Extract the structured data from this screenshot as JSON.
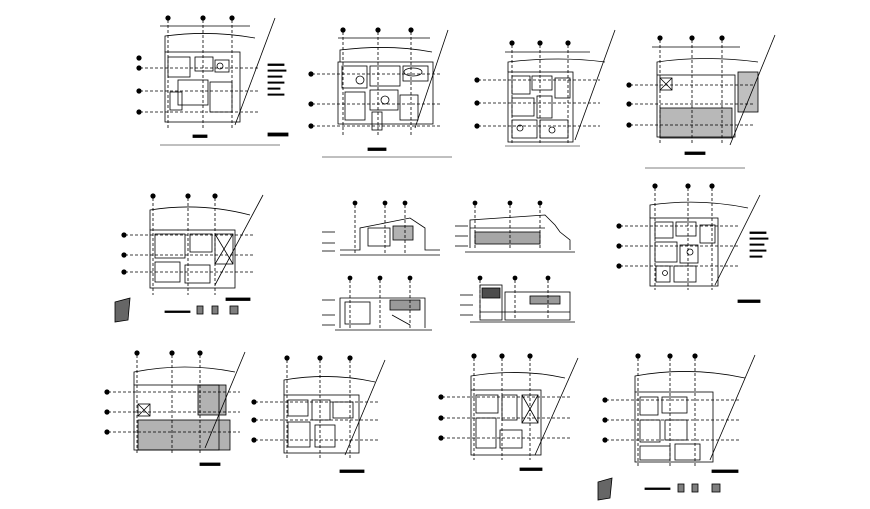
{
  "sheet": {
    "background": "#ffffff",
    "line_color": "#000000",
    "floor_plans": [
      {
        "id": "plan-r1-1",
        "kind": "furnished"
      },
      {
        "id": "plan-r1-2",
        "kind": "furnished"
      },
      {
        "id": "plan-r1-3",
        "kind": "furnished"
      },
      {
        "id": "plan-r1-4",
        "kind": "roof-hatched"
      },
      {
        "id": "plan-r2-1",
        "kind": "structural"
      },
      {
        "id": "plan-r2-4",
        "kind": "furnished"
      },
      {
        "id": "plan-r3-1",
        "kind": "roof-hatched"
      },
      {
        "id": "plan-r3-2",
        "kind": "structural"
      },
      {
        "id": "plan-r3-3",
        "kind": "structural"
      },
      {
        "id": "plan-r3-4",
        "kind": "structural"
      }
    ],
    "elevations": [
      {
        "id": "section-1",
        "kind": "section"
      },
      {
        "id": "elevation-1",
        "kind": "elevation"
      },
      {
        "id": "section-2",
        "kind": "section"
      },
      {
        "id": "elevation-2",
        "kind": "elevation"
      }
    ]
  }
}
